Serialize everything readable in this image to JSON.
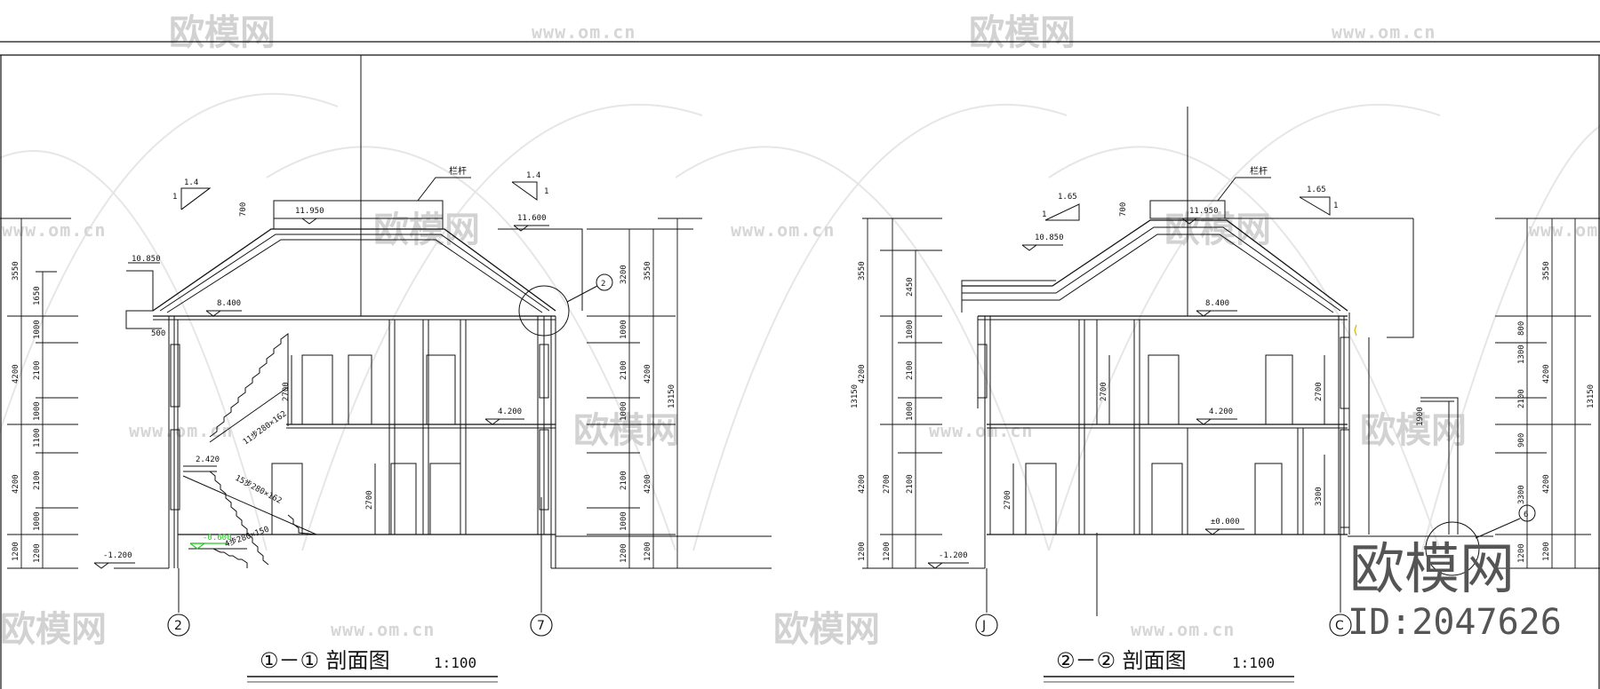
{
  "watermark": {
    "brand": "欧模网",
    "url": "www.om.cn"
  },
  "corner_stamp": {
    "logo": "欧模网",
    "id": "ID:2047626"
  },
  "section1": {
    "title": "①－①  剖面图",
    "scale": "1:100",
    "railing": "栏杆",
    "slope_left": "1.4",
    "slope_right": "1.4",
    "slope_one": "1",
    "elev": [
      "11.950",
      "11.600",
      "10.850",
      "8.400",
      "4.200",
      "2.420",
      "-0.600",
      "-1.200"
    ],
    "stair_upper": "11步280×162",
    "stair_lower": "15步280×162",
    "stair_small": "4步280×150",
    "door_h": "2700",
    "roof_w": "500",
    "axis_left": "2",
    "axis_right": "7",
    "dims_left_outer": [
      "3550",
      "4200",
      "4200",
      "1200"
    ],
    "dims_left_inner": [
      "1650",
      "1000",
      "2100",
      "1000",
      "1100",
      "2100",
      "1000",
      "1200"
    ],
    "dims_right_inner": [
      "3200",
      "1000",
      "2100",
      "1000",
      "2100",
      "1000",
      "1200"
    ],
    "dims_right_outer": [
      "3550",
      "4200",
      "4200",
      "1200"
    ],
    "total": "13150",
    "parapet": "700",
    "detail_tag": "2"
  },
  "section2": {
    "title": "②－②  剖面图",
    "scale": "1:100",
    "railing": "栏杆",
    "slope_left": "1.65",
    "slope_right": "1.65",
    "slope_one": "1",
    "elev": [
      "11.950",
      "10.850",
      "8.400",
      "4.200",
      "±0.000",
      "-1.200"
    ],
    "door_h": "2700",
    "door_h2": "3300",
    "axis_left": "J",
    "axis_right": "C",
    "dims_left_outer": [
      "3550",
      "4200",
      "4200",
      "1200"
    ],
    "dims_left_inner": [
      "2450",
      "1000",
      "2100",
      "1000",
      "2100",
      "2700",
      "1200"
    ],
    "dims_right_inner": [
      "800",
      "1300",
      "2100",
      "900",
      "3300",
      "1200"
    ],
    "dims_right_outer": [
      "3550",
      "4200",
      "4200",
      "1200"
    ],
    "total": "13150",
    "parapet": "700",
    "detail_tag": "6",
    "extra": "1900"
  }
}
